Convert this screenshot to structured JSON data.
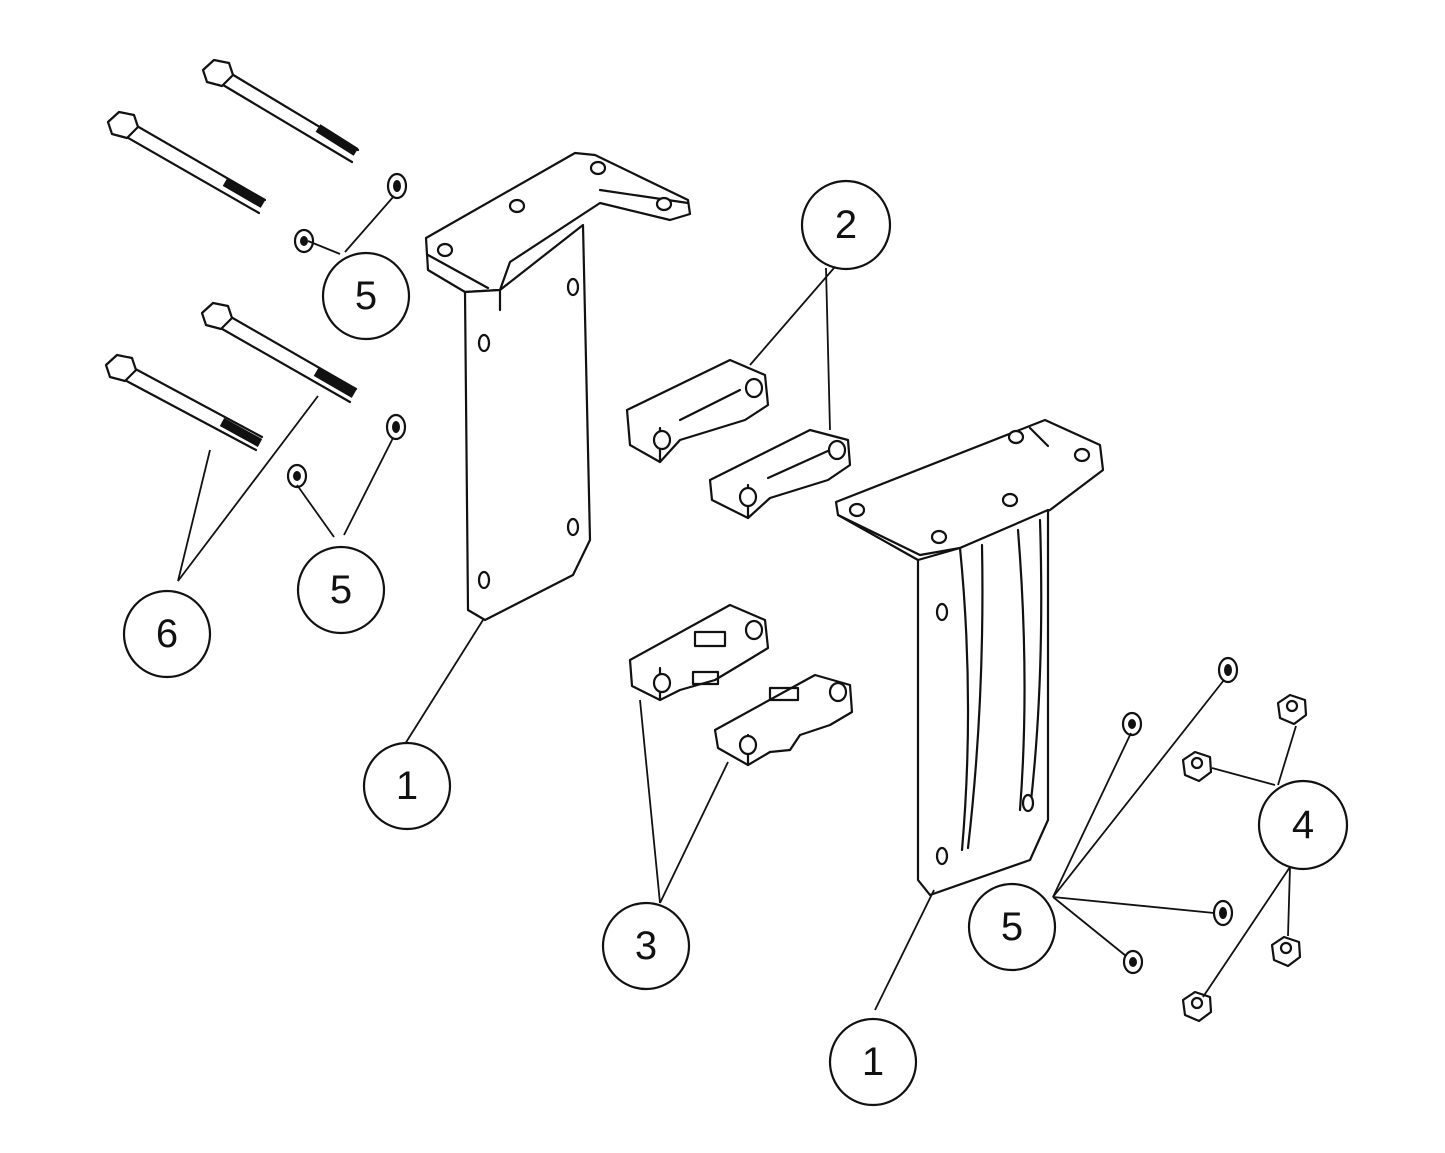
{
  "callouts": {
    "c1a": "1",
    "c1b": "1",
    "c2": "2",
    "c3": "3",
    "c4": "4",
    "c5a": "5",
    "c5b": "5",
    "c5c": "5",
    "c6": "6"
  },
  "colors": {
    "ink": "#111111",
    "paper": "#ffffff"
  }
}
